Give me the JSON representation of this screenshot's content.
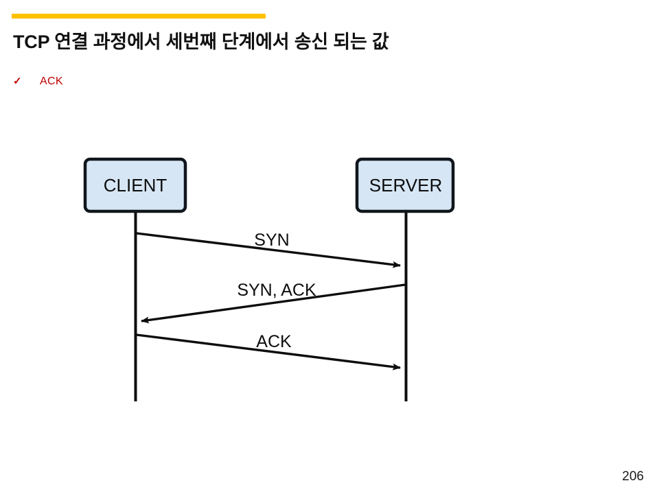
{
  "slide": {
    "title": "TCP 연결 과정에서 세번째 단계에서 송신 되는 값",
    "page_number": "206",
    "accent_color": "#FFC000",
    "bullet_color": "#C00000"
  },
  "bullets": [
    {
      "marker": "✓",
      "text": "ACK"
    }
  ],
  "diagram": {
    "type": "sequence",
    "nodes": [
      {
        "id": "client",
        "label": "CLIENT",
        "fill": "#D6E6F5",
        "stroke": "#10161c"
      },
      {
        "id": "server",
        "label": "SERVER",
        "fill": "#D6E6F5",
        "stroke": "#10161c"
      }
    ],
    "messages": [
      {
        "label": "SYN",
        "from": "client",
        "to": "server"
      },
      {
        "label": "SYN, ACK",
        "from": "server",
        "to": "client"
      },
      {
        "label": "ACK",
        "from": "client",
        "to": "server"
      }
    ]
  }
}
